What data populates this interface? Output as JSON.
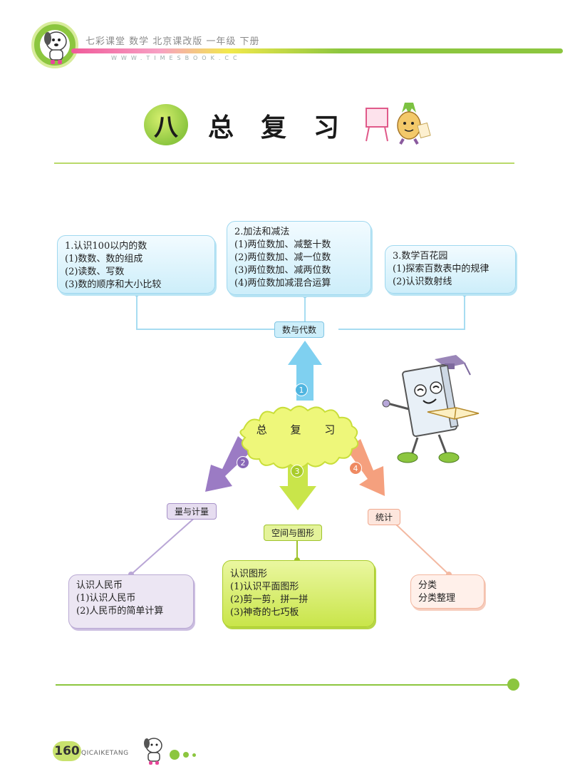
{
  "header": {
    "title": "七彩课堂   数学  北京课改版  一年级  下册",
    "url": "WWW.TIMESBOOK.CC"
  },
  "chapter": {
    "number": "八",
    "title_chars": [
      "总",
      "复",
      "习"
    ]
  },
  "mindmap": {
    "center": "总 复 习",
    "branches": {
      "numbers": {
        "badge": "1",
        "tag": "数与代数",
        "boxes": [
          {
            "title": "1.认识100以内的数",
            "items": [
              "(1)数数、数的组成",
              "(2)读数、写数",
              "(3)数的顺序和大小比较"
            ]
          },
          {
            "title": "2.加法和减法",
            "items": [
              "(1)两位数加、减整十数",
              "(2)两位数加、减一位数",
              "(3)两位数加、减两位数",
              "(4)两位数加减混合运算"
            ]
          },
          {
            "title": "3.数学百花园",
            "items": [
              "(1)探索百数表中的规律",
              "(2)认识数射线"
            ]
          }
        ]
      },
      "measurement": {
        "badge": "2",
        "tag": "量与计量",
        "box": {
          "title": "认识人民币",
          "items": [
            "(1)认识人民币",
            "(2)人民币的简单计算"
          ]
        }
      },
      "geometry": {
        "badge": "3",
        "tag": "空间与图形",
        "box": {
          "title": "认识图形",
          "items": [
            "(1)认识平面图形",
            "(2)剪一剪，拼一拼",
            "(3)神奇的七巧板"
          ]
        }
      },
      "statistics": {
        "badge": "4",
        "tag": "统计",
        "box": {
          "items": [
            "分类",
            "分类整理"
          ]
        }
      }
    }
  },
  "footer": {
    "page_number": "160",
    "brand": "QICAIKETANG"
  },
  "colors": {
    "brand_green": "#8cc63f",
    "blue": "#7fd0f0",
    "purple": "#9b7bc4",
    "green_light": "#c9e54a",
    "orange": "#f5a07e"
  }
}
